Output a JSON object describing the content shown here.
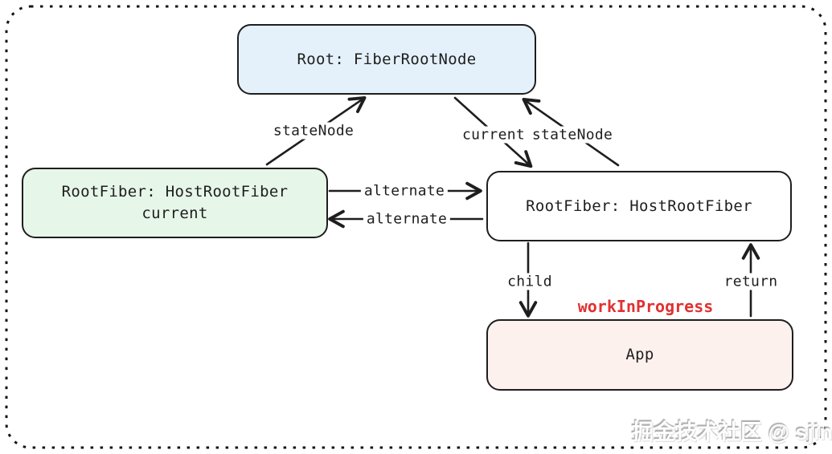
{
  "diagram": {
    "nodes": {
      "fiber_root_node": {
        "label": "Root: FiberRootNode",
        "fill": "#e4f1fb"
      },
      "host_root_fiber_current": {
        "label_line1": "RootFiber: HostRootFiber",
        "label_line2": "current",
        "fill": "#e6f6e8"
      },
      "host_root_fiber_wip": {
        "label": "RootFiber: HostRootFiber",
        "fill": "#ffffff"
      },
      "app": {
        "label": "App",
        "fill": "#fdf1ee"
      }
    },
    "edge_labels": {
      "statenode_left": "stateNode",
      "current": "current",
      "statenode_right": "stateNode",
      "alternate_to_wip": "alternate",
      "alternate_to_current": "alternate",
      "child": "child",
      "return": "return",
      "work_in_progress": "workInProgress"
    },
    "colors": {
      "stroke": "#1e1e1e",
      "work_in_progress_red": "#e03131",
      "root_fill": "#e4f1fb",
      "current_fill": "#e6f6e8",
      "wip_fill": "#ffffff",
      "app_fill": "#fdf1ee"
    },
    "watermark": "掘金技术社区 @ sjin"
  }
}
